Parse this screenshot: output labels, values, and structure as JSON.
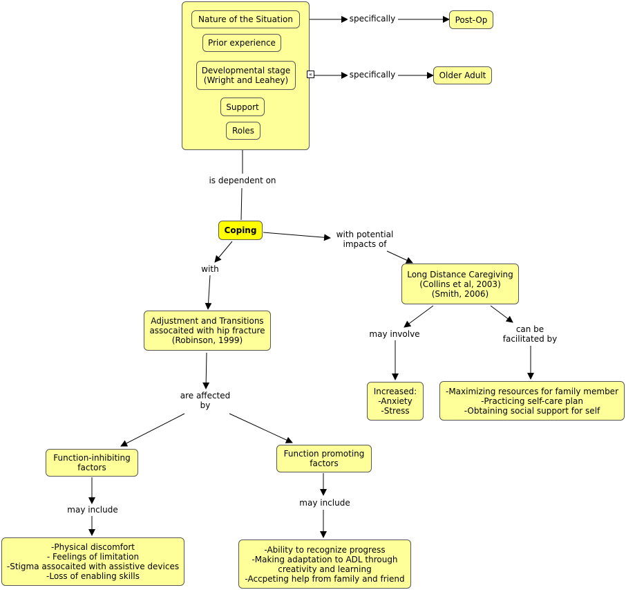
{
  "nodes": {
    "nature": "Nature of the Situation",
    "prior": "Prior experience",
    "developmental": "Developmental stage\n(Wright and Leahey)",
    "support": "Support",
    "roles": "Roles",
    "postop": "Post-Op",
    "older_adult": "Older Adult",
    "coping": "Coping",
    "ldc": "Long Distance Caregiving\n(Collins et al, 2003)\n(Smith, 2006)",
    "adjustment": "Adjustment and Transitions\nassocaited with hip fracture\n(Robinson, 1999)",
    "increased": "Increased:\n-Anxiety\n-Stress",
    "maximizing": "-Maximizing resources for family member\n-Practicing self-care plan\n-Obtaining social support for self",
    "inhibiting": "Function-inhibiting\nfactors",
    "promoting": "Function promoting\nfactors",
    "physical": "-Physical discomfort\n- Feelings of limitation\n-Stigma assocaited with assistive devices\n-Loss of enabling skills",
    "ability": "-Ability to recognize progress\n-Making adaptation to ADL through\ncreativity and learning\n-Accpeting help from family and friend"
  },
  "links": {
    "specifically_1": "specifically",
    "specifically_2": "specifically",
    "is_dependent_on": "is dependent on",
    "with_potential": "with potential\nimpacts of",
    "with": "with",
    "may_involve": "may involve",
    "can_be_facilitated": "can be\nfacilitated by",
    "are_affected_by": "are affected\nby",
    "may_include_1": "may include",
    "may_include_2": "may include"
  },
  "icons": {
    "expander": "collapse-arrows-icon"
  },
  "colors": {
    "node_fill": "#ffff99",
    "main_fill": "#ffff00",
    "border": "#555555",
    "edge": "#000000"
  }
}
